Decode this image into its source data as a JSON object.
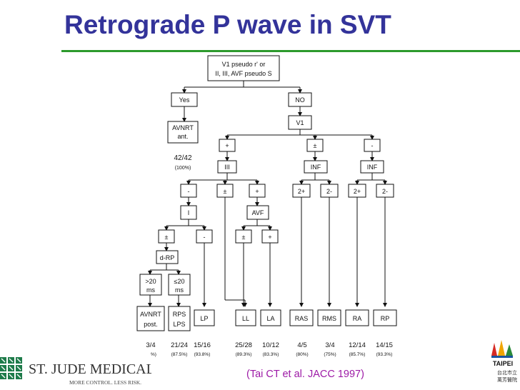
{
  "title": "Retrograde P wave in SVT",
  "citation": "(Tai CT et al. JACC 1997)",
  "nodes": {
    "root_line1": "V1 pseudo r' or",
    "root_line2": "II, III, AVF pseudo S",
    "yes": "Yes",
    "no": "NO",
    "avnrt_ant_1": "AVNRT",
    "avnrt_ant_2": "ant.",
    "avnrt_ant_count": "42/42",
    "avnrt_ant_pct": "(100%)",
    "v1": "V1",
    "v1_plus": "+",
    "v1_pm": "±",
    "v1_minus": "-",
    "iii": "III",
    "inf_mid": "INF",
    "inf_right": "INF",
    "iii_minus": "-",
    "iii_pm": "±",
    "iii_plus": "+",
    "inf_mid_2plus": "2+",
    "inf_mid_2minus": "2-",
    "inf_right_2plus": "2+",
    "inf_right_2minus": "2-",
    "i": "I",
    "avf": "AVF",
    "i_pm": "±",
    "i_minus": "-",
    "avf_pm": "±",
    "avf_plus": "+",
    "drp": "d-RP",
    "gt20_1": ">20",
    "gt20_2": "ms",
    "le20_1": "≤20",
    "le20_2": "ms"
  },
  "outcomes": [
    {
      "label1": "AVNRT",
      "label2": "post.",
      "count": "3/4",
      "pct": "%)"
    },
    {
      "label1": "RPS",
      "label2": "LPS",
      "count": "21/24",
      "pct": "(87.5%)"
    },
    {
      "label1": "LP",
      "label2": "",
      "count": "15/16",
      "pct": "(93.8%)"
    },
    {
      "label1": "LL",
      "label2": "",
      "count": "25/28",
      "pct": "(89.3%)"
    },
    {
      "label1": "LA",
      "label2": "",
      "count": "10/12",
      "pct": "(83.3%)"
    },
    {
      "label1": "RAS",
      "label2": "",
      "count": "4/5",
      "pct": "(80%)"
    },
    {
      "label1": "RMS",
      "label2": "",
      "count": "3/4",
      "pct": "(75%)"
    },
    {
      "label1": "RA",
      "label2": "",
      "count": "12/14",
      "pct": "(85.7%)"
    },
    {
      "label1": "RP",
      "label2": "",
      "count": "14/15",
      "pct": "(93.3%)"
    }
  ],
  "logos": {
    "st_jude_name": "ST. JUDE MEDICAL",
    "st_jude_tagline": "MORE CONTROL. LESS RISK.",
    "taipei_name": "TAIPEI",
    "taipei_sub1": "台北市立",
    "taipei_sub2": "萬芳醫院"
  },
  "colors": {
    "title": "#33339a",
    "rule": "#2d9a2d",
    "citation": "#9d1aa6",
    "st_jude_green": "#1e7b4a"
  }
}
